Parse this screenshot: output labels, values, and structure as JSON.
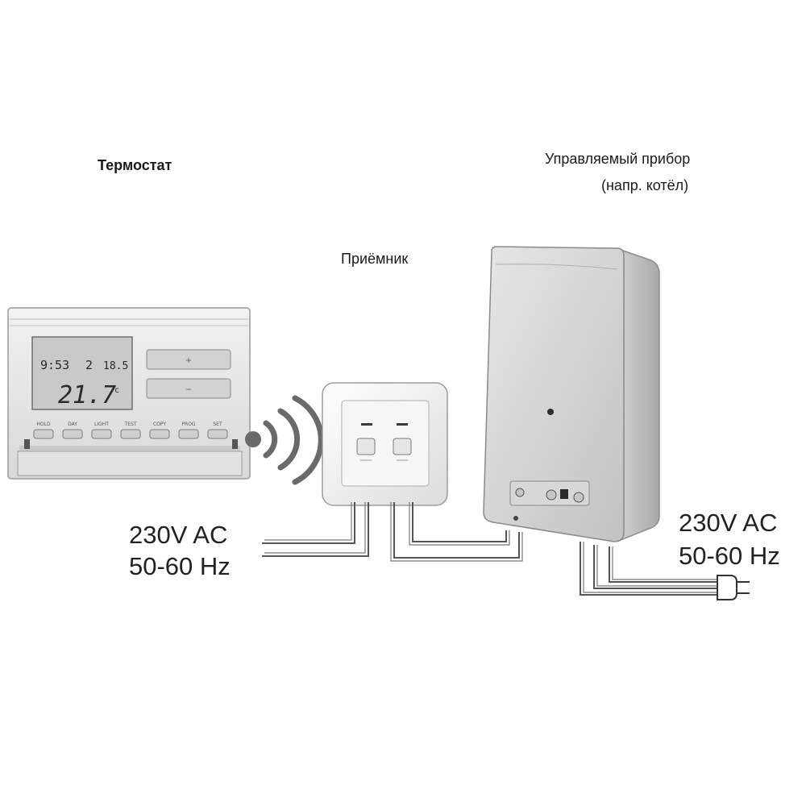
{
  "labels": {
    "thermostat": "Термостат",
    "receiver": "Приёмник",
    "device_line1": "Управляемый прибор",
    "device_line2": "(напр. котёл)"
  },
  "power_left": {
    "voltage": "230V AC",
    "frequency": "50-60 Hz"
  },
  "power_right": {
    "voltage": "230V AC",
    "frequency": "50-60 Hz"
  },
  "thermostat": {
    "display": {
      "time": "9:53",
      "day": "2",
      "temp_small": "18.5",
      "temp_main": "21.7",
      "unit": "c"
    },
    "plus_label": "+",
    "minus_label": "−",
    "buttons": [
      "HOLD",
      "DAY",
      "LIGHT",
      "TEST",
      "COPY",
      "PROG",
      "SET"
    ]
  },
  "colors": {
    "device_body": "#d4d4d4",
    "lcd": "#c9c9c9",
    "wire": "#555555"
  }
}
